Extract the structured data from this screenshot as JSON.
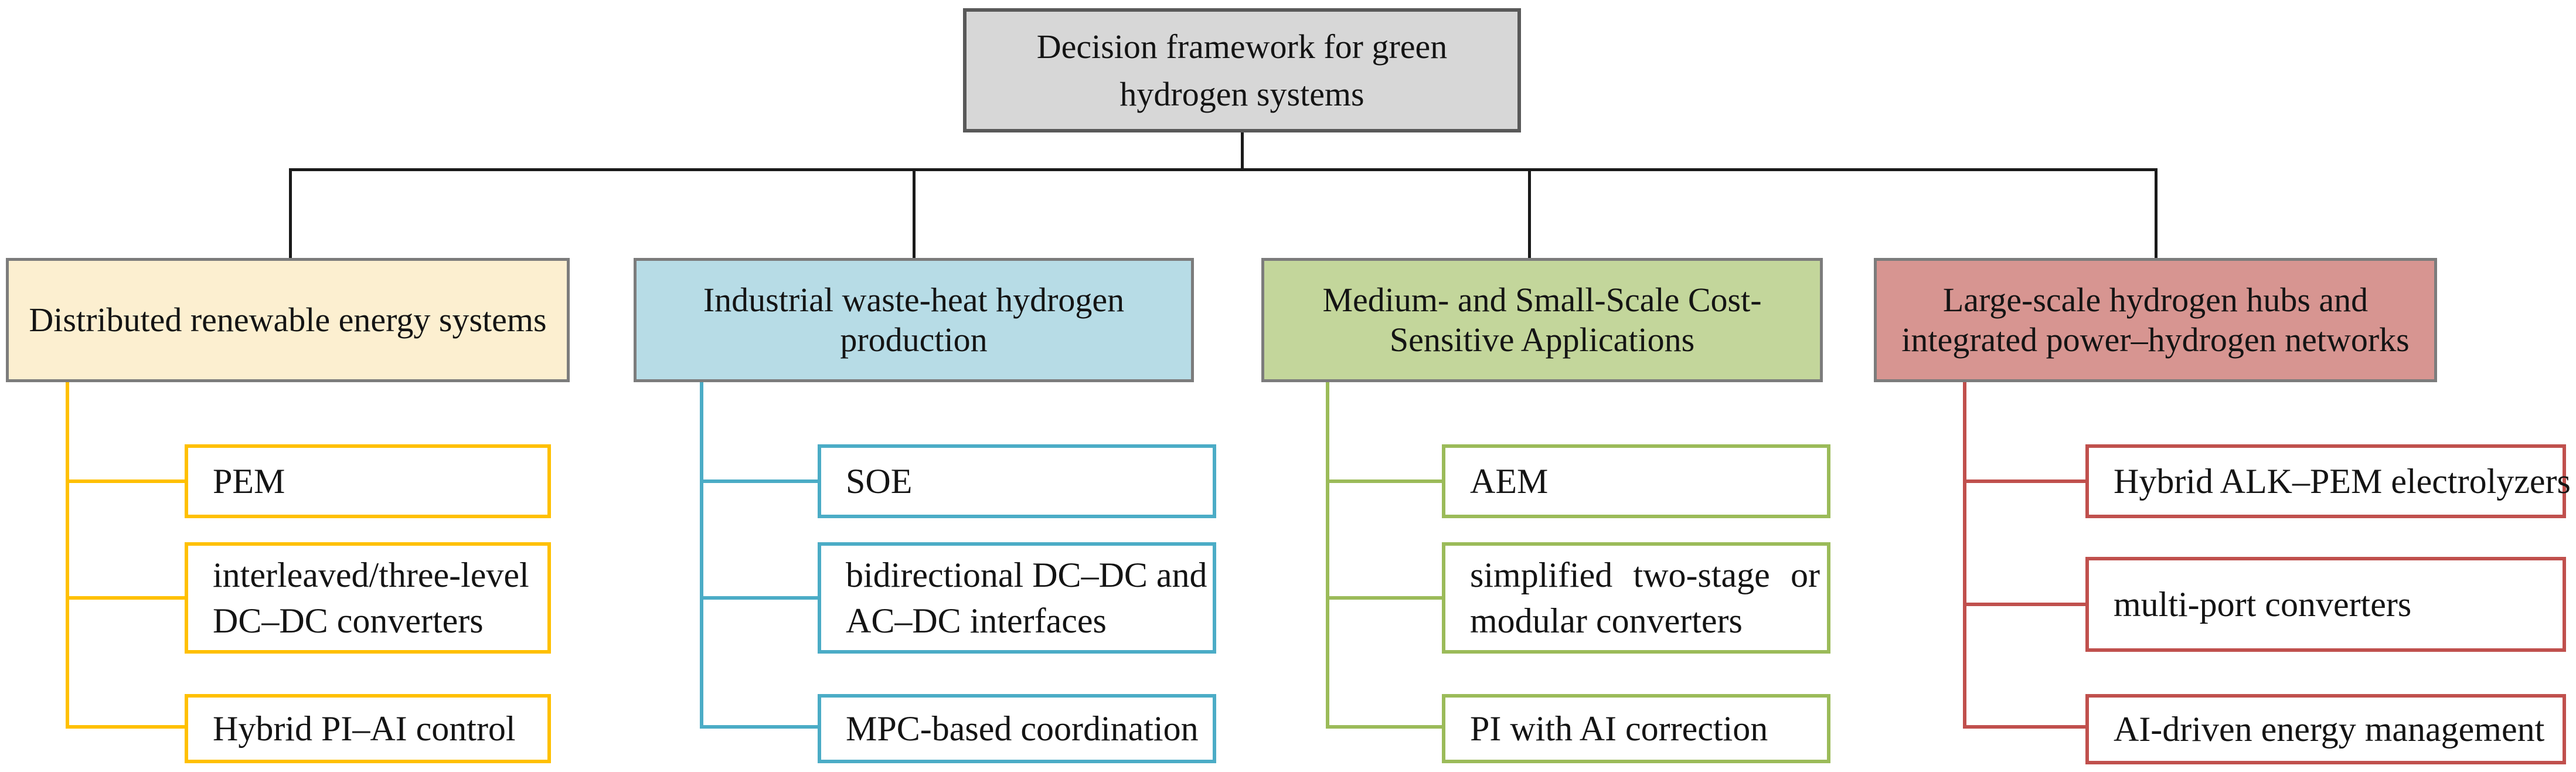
{
  "diagram": {
    "type": "decision-tree",
    "root": {
      "title": "Decision framework for green hydrogen systems"
    },
    "branches": [
      {
        "title": "Distributed renewable energy systems",
        "accent_color": "#FFC000",
        "fill_color": "#FCEFD0",
        "children": [
          [
            "PEM"
          ],
          [
            "interleaved/three-level",
            "DC–DC converters"
          ],
          [
            "Hybrid PI–AI control"
          ]
        ]
      },
      {
        "title": "Industrial waste-heat hydrogen production",
        "accent_color": "#4BACC6",
        "fill_color": "#B7DCE6",
        "children": [
          [
            "SOE"
          ],
          [
            "bidirectional DC–DC and",
            "AC–DC interfaces"
          ],
          [
            "MPC-based coordination"
          ]
        ]
      },
      {
        "title": "Medium- and Small-Scale Cost-Sensitive Applications",
        "accent_color": "#9BBB59",
        "fill_color": "#C3D69B",
        "children": [
          [
            "AEM"
          ],
          [
            "simplified two-stage or",
            "modular converters"
          ],
          [
            "PI with AI correction"
          ]
        ]
      },
      {
        "title": "Large-scale hydrogen hubs and integrated power–hydrogen networks",
        "accent_color": "#C0504D",
        "fill_color": "#D79591",
        "children": [
          [
            "Hybrid ALK–PEM electrolyzers"
          ],
          [
            "multi-port converters"
          ],
          [
            "AI-driven energy management"
          ]
        ]
      }
    ],
    "colors": {
      "root_fill": "#D9D9D9",
      "root_border": "#595959",
      "parent_border": "#7C7C7C",
      "connector_black": "#1A1A1A",
      "text": "#141414",
      "background": "#FFFFFF"
    }
  }
}
